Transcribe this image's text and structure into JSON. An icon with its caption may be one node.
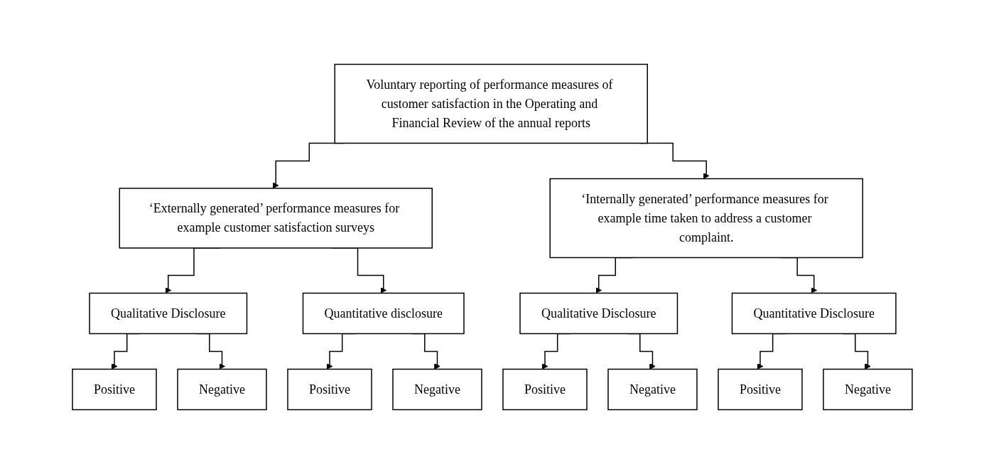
{
  "diagram": {
    "nodes": [
      {
        "text": [
          "Voluntary reporting of performance measures of customer satisfaction in the Operating and Financial Review of the annual reports"
        ]
      },
      {
        "text": [
          "‘Externally generated’ performance measures for example customer satisfaction surveys"
        ]
      },
      {
        "text": [
          "‘Internally generated’ performance measures for example time taken to address a customer complaint."
        ]
      },
      {
        "text": [
          "Qualitative Disclosure"
        ]
      },
      {
        "text": [
          "Quantitative disclosure"
        ]
      },
      {
        "text": [
          "Qualitative Disclosure"
        ]
      },
      {
        "text": [
          "Quantitative Disclosure"
        ]
      },
      {
        "text": [
          "Positive"
        ]
      },
      {
        "text": [
          "Negative"
        ]
      },
      {
        "text": [
          "Positive"
        ]
      },
      {
        "text": [
          "Negative"
        ]
      },
      {
        "text": [
          "Positive"
        ]
      },
      {
        "text": [
          "Negative"
        ]
      },
      {
        "text": [
          "Positive"
        ]
      },
      {
        "text": [
          "Negative"
        ]
      }
    ],
    "edges": [
      {
        "from": 0,
        "to": 1,
        "arrow": "to"
      },
      {
        "from": 0,
        "to": 2,
        "arrow": "to"
      },
      {
        "from": 1,
        "to": 3,
        "arrow": "to"
      },
      {
        "from": 1,
        "to": 4,
        "arrow": "to"
      },
      {
        "from": 2,
        "to": 5,
        "arrow": "to"
      },
      {
        "from": 2,
        "to": 6,
        "arrow": "to"
      },
      {
        "from": 3,
        "to": 7,
        "arrow": "to"
      },
      {
        "from": 3,
        "to": 8,
        "arrow": "to"
      },
      {
        "from": 4,
        "to": 9,
        "arrow": "to"
      },
      {
        "from": 4,
        "to": 10,
        "arrow": "to"
      },
      {
        "from": 5,
        "to": 11,
        "arrow": "to"
      },
      {
        "from": 5,
        "to": 12,
        "arrow": "to"
      },
      {
        "from": 6,
        "to": 13,
        "arrow": "to"
      },
      {
        "from": 6,
        "to": 14,
        "arrow": "to"
      }
    ]
  }
}
